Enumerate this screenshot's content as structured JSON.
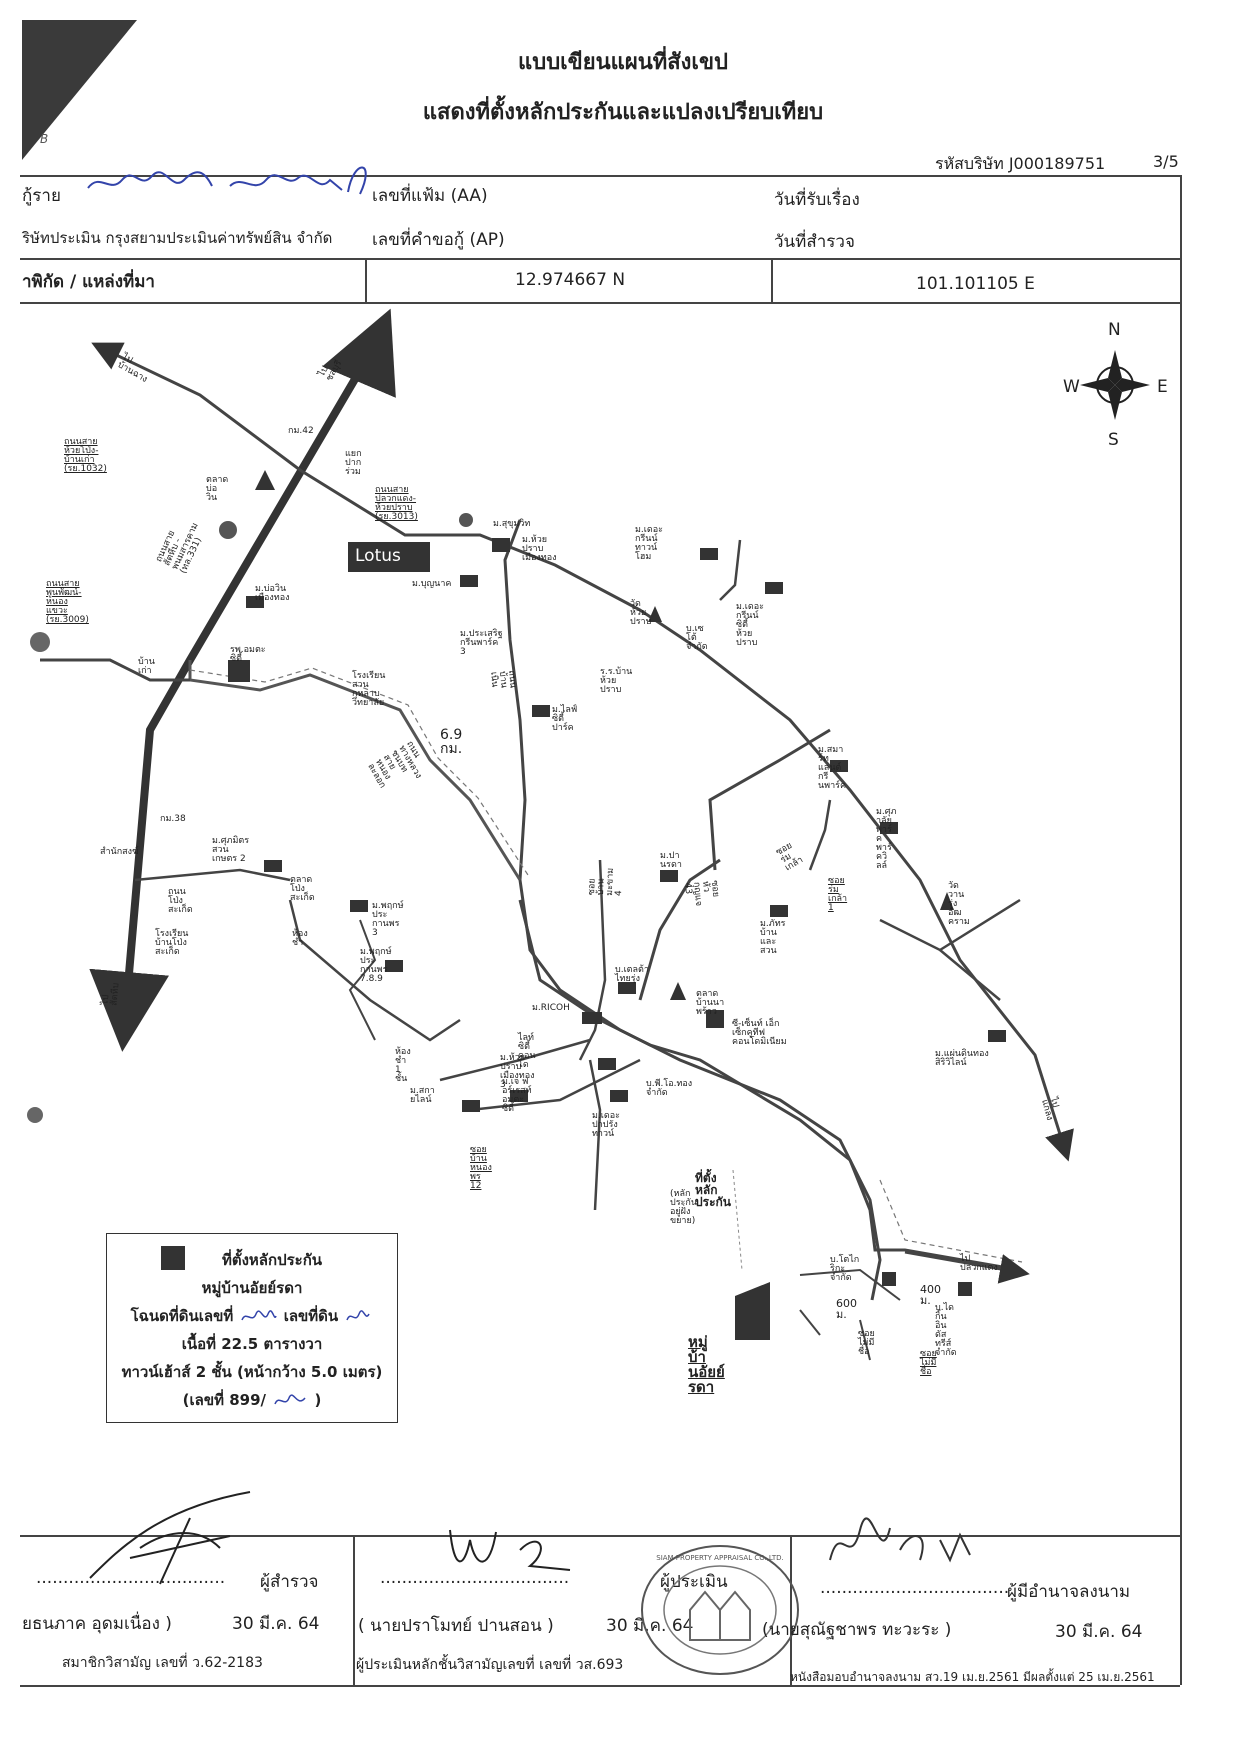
{
  "header": {
    "corner_mark": "B",
    "title_line1": "แบบเขียนแผนที่สังเขป",
    "title_line2": "แสดงที่ตั้งหลักประกันและแปลงเปรียบเทียบ",
    "company_code": "รหัสบริษัท J000189751",
    "page_no": "3/5"
  },
  "info_table": {
    "borrower_label": "กู้ราย",
    "file_no_label": "เลขที่แฟ้ม (AA)",
    "received_date_label": "วันที่รับเรื่อง",
    "appraiser_company": "ริษัทประเมิน กรุงสยามประเมินค่าทรัพย์สิน จำกัด",
    "loan_request_label": "เลขที่คำขอกู้ (AP)",
    "survey_date_label": "วันที่สำรวจ",
    "coordinates_label": "าพิกัด / แหล่งที่มา",
    "latitude": "12.974667 N",
    "longitude": "101.101105 E"
  },
  "compass": {
    "n": "N",
    "s": "S",
    "e": "E",
    "w": "W"
  },
  "map_labels": {
    "to_rayong_sattahip": "ไปสัตหีบ",
    "to_klaeng": "ไปแกลง",
    "to_pluak_daeng": "ไปปลวกแดง",
    "to_ban_chang": "ไปบ้านฉาง",
    "to_chonburi": "ไปชลบุรี",
    "km42": "กม.42",
    "km38": "กม.38",
    "road_1032": "ถนนสายห้วยโป่ง-บ้านเก่า (รย.1032)",
    "road_3013": "ถนนสายปลวกแดง-ห้วยปราบ (รย.3013)",
    "road_3009": "ถนนสายพูนพัฒน์-หนองแขวะ (รย.3009)",
    "road_331": "ถนนสายสัตหีบ - พนมสารคาม (ทล.331)",
    "khlong_road": "ถนนทางหลวงชนบทสายหนองละลอก",
    "ban_pong_road": "ถนนบ้านเนิน",
    "yaek_pak_ruam": "แยกปากร่วม",
    "market_bor_win": "ตลาดบ่อวิน",
    "lotus": "Lotus",
    "m_sukhumvit": "ม.สุขุมวิท",
    "m_huai_prap_mueang_thong": "ม.ห้วยปราบเมืองทอง",
    "m_bunnag": "ม.บุญนาค",
    "m_bo_win_mueang_thong": "ม.บ่อวินเมืองทอง",
    "m_prasert_green_park": "ม.ประเสริฐ กรีนพาร์ค 3",
    "m_the_green_town": "ม.เดอะกรีนน์ ทาวน์โฮม",
    "m_the_green_city": "ม.เดอะกรีนน์ ซิตี้ ห้วยปราบ",
    "wat_huai_prap": "วัดห้วยปราบ",
    "bt_company": "บ.เซโต้ จำกัด",
    "school_ban_huai_prap": "ร.ร.บ้านห้วยปราบ",
    "rp_amata": "รพ.อมตะซิตี้",
    "school_suan_kulap": "โรงเรียนสวนกุหลาบวิทยาลัย",
    "ban_kao": "บ้านเก่า",
    "m_life_city_park": "ม.ไลฟ์ ซิตี้ปาร์ค",
    "m_smart_home": "ม.สมาร์ทแลนด์ กรีนพาร์ค",
    "m_supalai": "ม.ศุภาลัยพาร์ค พาร์ควิลล์",
    "km_69": "6.9 กม.",
    "m_supmit_suan_kaset": "ม.ศุภมิตรสวนเกษตร 2",
    "talat_pong_saket": "ตลาดโป่งสะเก็ด",
    "m_phruek_pratthana_3": "ม.พฤกษ์ประกานพร 3",
    "talat_sang": "สำนักสงฆ์",
    "ban_pong_saket_road": "ถนนโป่งสะเก็ด",
    "school_ban_pong_saket": "โรงเรียนบ้านโป่งสะเก็ด",
    "hong_kha": "ห้องชำ",
    "m_phruek_pratthana_789": "ม.พฤกษ์ประกานพร 7.8.9",
    "m_pantara": "ม.ปานรดา",
    "soi_thi_sai": "ซอยบ้านมะขาม 4",
    "soi_khlong_kao": "ซอยหัวกุญแจ 43",
    "soi_ngam_ta": "ซอยร่มเกล้า",
    "soi_ngam_ta_1": "ซอยร่มเกล้า 1",
    "wat_wang_rueang": "วัดวานรุ่งอัฒคราม",
    "m_phatra_ban_suan": "ม.ภัทรบ้านและสวน",
    "b_city_thai": "บ.เตลต้า ไทยรุ่ง",
    "talat_banna": "ตลาดบ้านนาพร้าว",
    "m_ricoh": "ม.RICOH",
    "light_house": "ไลท์ซิตี้ คอนโด",
    "c_center": "ซี-เซ็นท์ เอ็กเซ็กคูทีฟ คอนโดมิเนียม",
    "m_huai_prap_thong_3": "ม.ห้วยปราบเมืองทอง 3",
    "hong_cha_1": "ห้องชำ 1 ชั้น",
    "m_sky_land": "ม.สกายไลน์",
    "m_g_force": "ม.เจ ฟอร์เรสท์ อมตะซิตี้",
    "b_ni_ko_thong": "บ.พี.โอ.ทอง จำกัด",
    "m_the_pasrang": "ม.เดอะ ปาปรัง ทาวน์",
    "soi_ban_nong_12": "ซอยบ้านหนองพร 12",
    "m_lan_tin_thong": "ม.แผ่นดินทอง สิริวิไลน์",
    "collateral_location": "ที่ตั้งหลักประกัน",
    "collateral_note": "(หลักประกันอยู่ฝั่งขยาย)",
    "b_tokai_rika": "บ.โตไก ริกะ จำกัด",
    "b_kuran_ind": "บ.ไดกิ้น อินดัสทรีส์ จำกัด",
    "dist_400": "400 ม.",
    "dist_600": "600 ม.",
    "soi_nai_cheu": "ซอยไม่มีชื่อ",
    "soi_nai_cheu_2": "ซอยไม่มีชื่อ",
    "village_name": "หมู่บ้านอัยย์รดา"
  },
  "legend": {
    "line1": "ที่ตั้งหลักประกัน",
    "line2": "หมู่บ้านอัยย์รดา",
    "line3": "โฉนดที่ดินเลขที่",
    "line3b": "เลขที่ดิน",
    "line4": "เนื้อที่ 22.5 ตารางวา",
    "line5": "ทาวน์เฮ้าส์ 2 ชั้น (หน้ากว้าง 5.0 เมตร)",
    "line6": "(เลขที่ 899/"
  },
  "signatures": {
    "surveyor_dots": "...................................",
    "surveyor_role": "ผู้สำรวจ",
    "surveyor_name": "ยธนภาค  อุดมเนื่อง )",
    "surveyor_date": "30 มี.ค. 64",
    "surveyor_member": "สมาชิกวิสามัญ  เลขที่ ว.62-2183",
    "appraiser_role": "ผู้ประเมิน",
    "appraiser_name": "( นายปราโมทย์  ปานสอน )",
    "appraiser_date": "30 มี.ค. 64",
    "appraiser_member": "ผู้ประเมินหลักชั้นวิสามัญเลขที่  เลขที่  วส.693",
    "signer_role": "ผู้มีอำนาจลงนาม",
    "signer_name": "(นายสุณัฐชาพร  ทะวะระ )",
    "signer_date": "30 มี.ค. 64",
    "signer_note": "หนังสือมอบอำนาจลงนาม  สว.19 เม.ย.2561 มีผลตั้งแต่ 25 เม.ย.2561",
    "stamp_text": "SIAM PROPERTY APPRAISAL CO.,LTD."
  }
}
